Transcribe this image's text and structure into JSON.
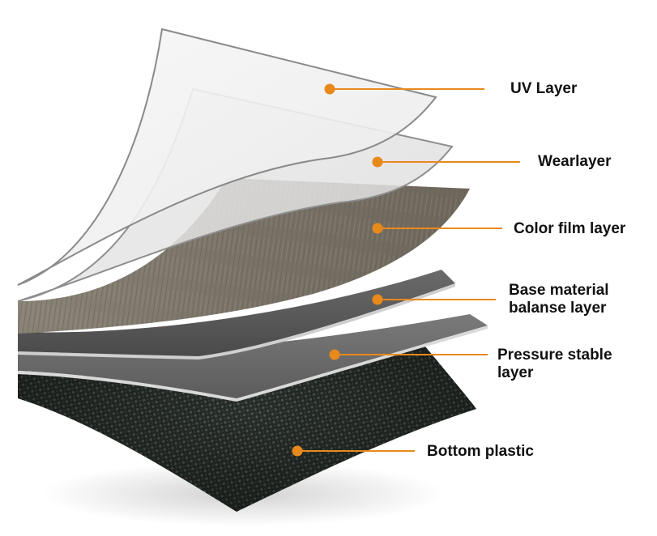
{
  "colors": {
    "accent": "#e8891c",
    "label_text": "#111111",
    "uv_sheet": "#efefef",
    "wear_sheet": "#e4e4e4",
    "color_film": "#7f786d",
    "base_material": "#5a5a5a",
    "pressure_layer": "#6c6c6c",
    "bottom_plastic": "#2a302c"
  },
  "layers": [
    {
      "id": "uv",
      "label": "UV Layer"
    },
    {
      "id": "wear",
      "label": "Wearlayer"
    },
    {
      "id": "color-film",
      "label": "Color film layer"
    },
    {
      "id": "base",
      "label_line1": "Base material",
      "label_line2": "balanse layer"
    },
    {
      "id": "pressure",
      "label_line1": "Pressure stable",
      "label_line2": "layer"
    },
    {
      "id": "bottom",
      "label": "Bottom plastic"
    }
  ]
}
